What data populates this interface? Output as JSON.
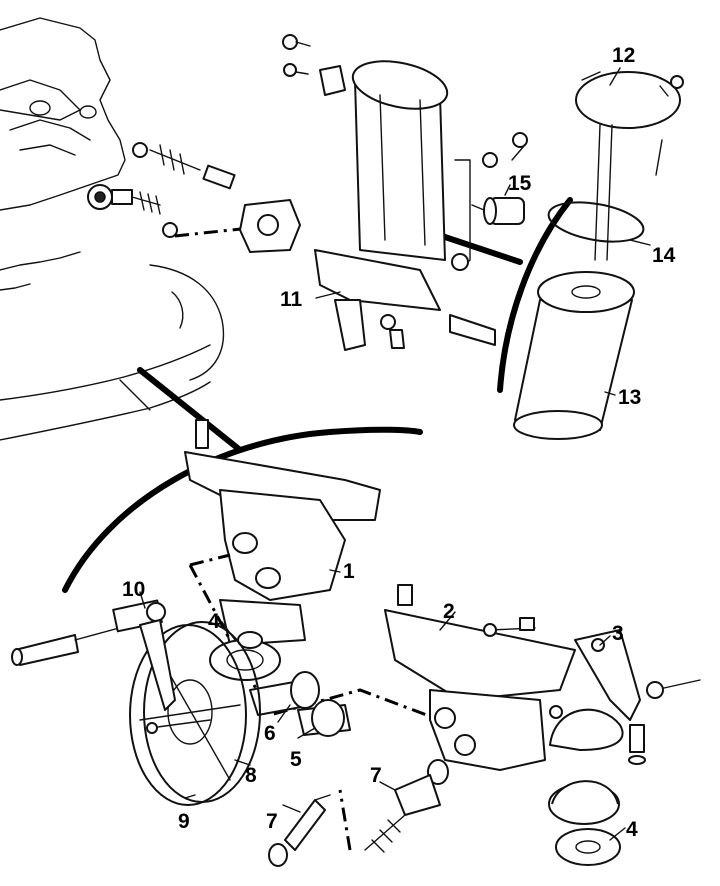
{
  "diagram": {
    "callouts": [
      {
        "id": "c1",
        "text": "1"
      },
      {
        "id": "c2",
        "text": "2"
      },
      {
        "id": "c3",
        "text": "3"
      },
      {
        "id": "c4a",
        "text": "4"
      },
      {
        "id": "c4b",
        "text": "4"
      },
      {
        "id": "c5",
        "text": "5"
      },
      {
        "id": "c6",
        "text": "6"
      },
      {
        "id": "c7a",
        "text": "7"
      },
      {
        "id": "c7b",
        "text": "7"
      },
      {
        "id": "c8",
        "text": "8"
      },
      {
        "id": "c9",
        "text": "9"
      },
      {
        "id": "c10",
        "text": "10"
      },
      {
        "id": "c11",
        "text": "11"
      },
      {
        "id": "c12",
        "text": "12"
      },
      {
        "id": "c13",
        "text": "13"
      },
      {
        "id": "c14",
        "text": "14"
      },
      {
        "id": "c15",
        "text": "15"
      }
    ]
  }
}
